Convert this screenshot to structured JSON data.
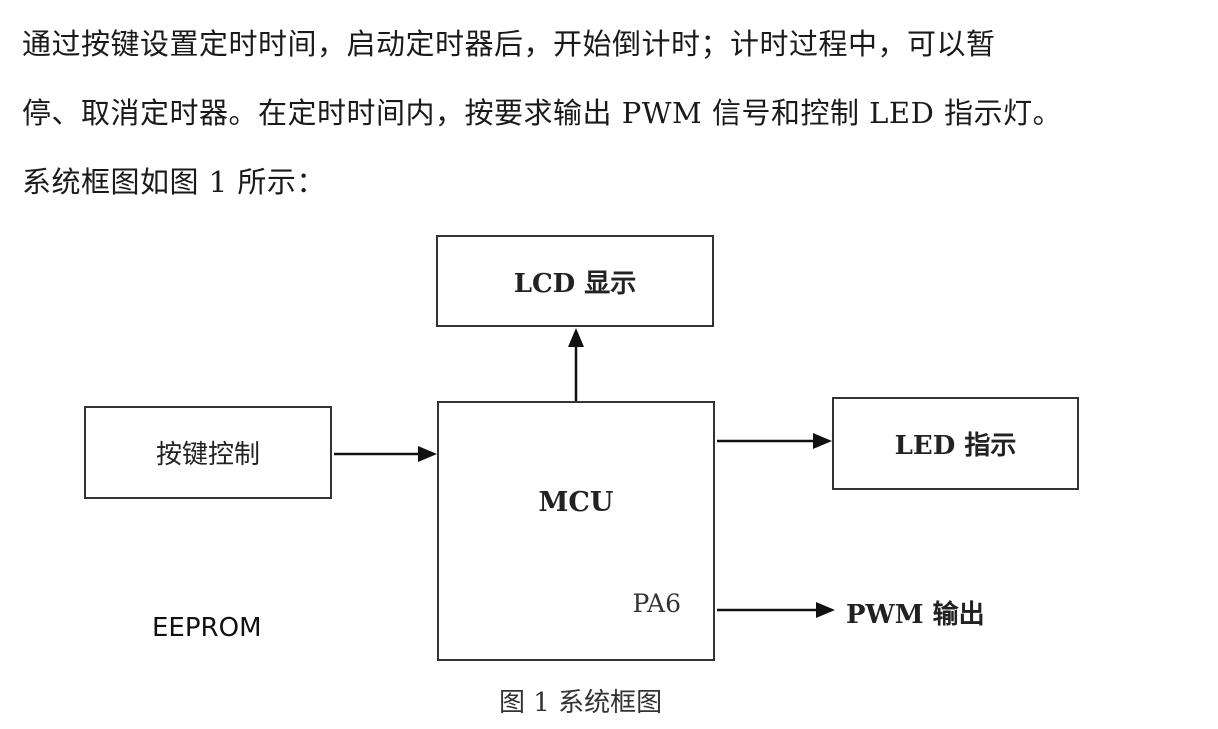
{
  "paragraph": {
    "lines": [
      "通过按键设置定时时间，启动定时器后，开始倒计时；计时过程中，可以暂",
      "停、取消定时器。在定时时间内，按要求输出 PWM 信号和控制 LED 指示灯。",
      "系统框图如图 1 所示："
    ]
  },
  "diagram": {
    "lcd_label": "LCD 显示",
    "key_label": "按键控制",
    "mcu_label": "MCU",
    "pin_label": "PA6",
    "led_label": "LED 指示",
    "pwm_label": "PWM 输出",
    "eeprom_label": "EEPROM",
    "caption": "图 1  系统框图"
  },
  "colors": {
    "line": "#111111",
    "box_border": "#333333"
  }
}
